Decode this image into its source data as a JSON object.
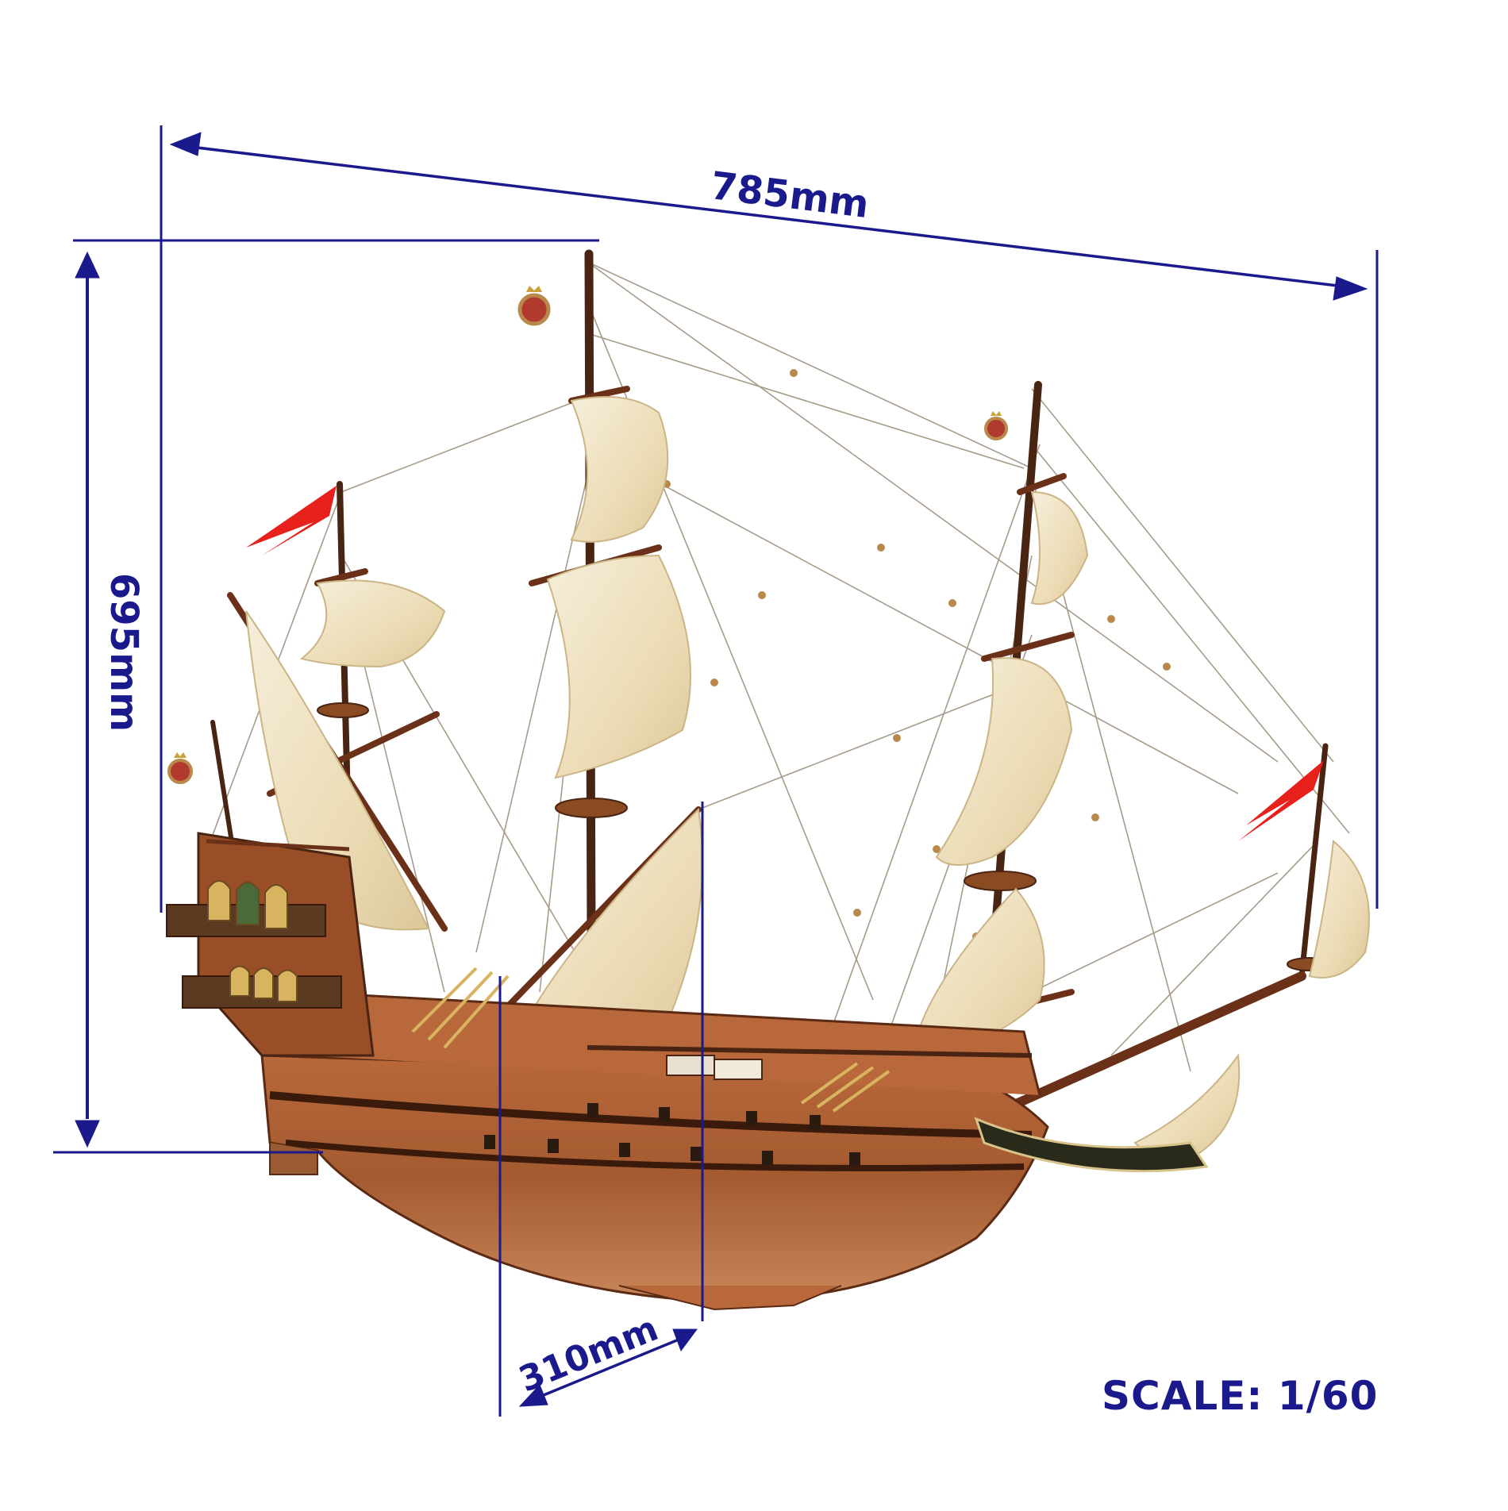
{
  "diagram": {
    "subject": "Model galleon ship kit",
    "colors": {
      "annotation": "#1a1a8c",
      "background": "#ffffff",
      "hull_wood": "#a0562e",
      "hull_dark": "#5a2a14",
      "sail": "#efe3c4",
      "pennant": "#e8201c"
    },
    "dimensions": {
      "length": {
        "label": "785mm",
        "orientation": "diagonal-top"
      },
      "height": {
        "label": "695mm",
        "orientation": "vertical-left"
      },
      "beam": {
        "label": "310mm",
        "orientation": "diagonal-bottom"
      }
    },
    "scale": {
      "label": "SCALE: 1/60"
    },
    "decorations": {
      "pennants": [
        "stern-pennant",
        "bow-pennant"
      ],
      "crests": [
        "crest-main-mast",
        "crest-fore-mast",
        "crest-stern"
      ]
    }
  }
}
